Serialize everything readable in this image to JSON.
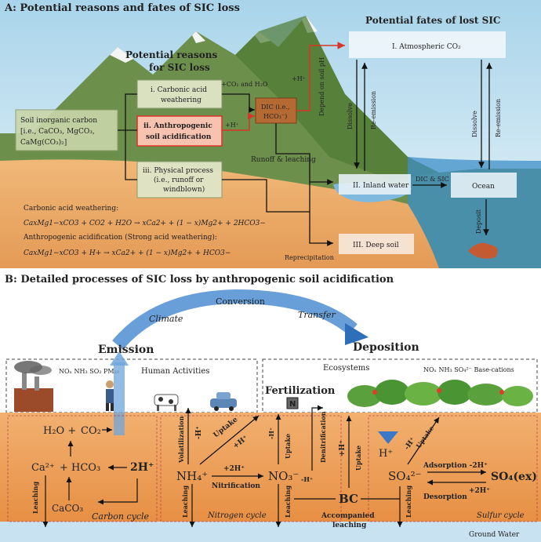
{
  "panel_a": {
    "title": "A: Potential reasons and fates of SIC loss",
    "reasons_heading_1": "Potential reasons",
    "reasons_heading_2": "for SIC loss",
    "fates_heading": "Potential fates of lost SIC",
    "sic_box": [
      "Soil inorganic carbon",
      "[i.e., CaCO₃, MgCO₃,",
      "CaMg(CO₃)₂]"
    ],
    "reason_1": [
      "i. Carbonic acid",
      "weathering"
    ],
    "reason_2": [
      "ii. Anthropogenic",
      "soil acidification"
    ],
    "reason_3": [
      "iii. Physical process",
      "(i.e., runoff or",
      "windblown)"
    ],
    "co2_h2o": "+CO₂ and  H₂O",
    "h_plus_1": "+H⁺",
    "h_plus_2": "+H⁺",
    "dic_box": [
      "DIC (i.e.,",
      "HCO₃⁻)"
    ],
    "depend_ph": "Depend on soil pH",
    "fate_1": "I. Atmospheric CO₂",
    "fate_2": "II. Inland water",
    "fate_3": "III. Deep soil",
    "ocean": "Ocean",
    "dissolve_1": "Dissolve",
    "reemission_1": "Re-emission",
    "dissolve_2": "Dissolve",
    "reemission_2": "Re-emission",
    "dic_sic": "DIC & SIC",
    "deposit": "Deposit",
    "runoff": "Runoff & leaching",
    "reprecipitation": "Reprecipitation",
    "eq1_label": "Carbonic acid weathering:",
    "eq1": "CaxMg1−xCO3 + CO2 + H2O → xCa2+ + (1 − x)Mg2+ + 2HCO3−",
    "eq2_label": "Anthropogenic acidification (Strong acid weathering):",
    "eq2": "CaxMg1−xCO3 + H+ → xCa2+ + (1 − x)Mg2+ + HCO3−"
  },
  "panel_b": {
    "title": "B: Detailed processes of SIC loss by anthropogenic soil acidification",
    "conversion": "Conversion",
    "climate": "Climate",
    "transfer": "Transfer",
    "emission": "Emission",
    "deposition": "Deposition",
    "gases_left": "NOₓ  NH₃ SO₂  PM₁₀",
    "human_activities": "Human Activities",
    "ecosystems": "Ecosystems",
    "gases_right": "NOₓ  NH₃ SO₄²⁻  Base-cations",
    "fertilization": "Fertilization",
    "n_label": "N",
    "h2o_co2_a": "H₂O +",
    "h2o_co2_b": "CO₂",
    "ca": "Ca²⁺",
    "hco3": "+ HCO₃",
    "two_h": "2H⁺",
    "caco3": "CaCO₃",
    "carbon_cycle": "Carbon cycle",
    "nh4": "NH₄⁺",
    "no3": "NO₃⁻",
    "nitrification": "Nitrification",
    "plus_2h_1": "+2H⁺",
    "volatilization": "Volatilization",
    "minus_h_vol": "-H⁺",
    "uptake_1": "Uptake",
    "plus_h_up": "+H⁺",
    "uptake_2": "Uptake",
    "minus_h_2": "-H⁺",
    "denitrification": "Denitrification",
    "minus_h_3": "-H⁺",
    "nitrogen_cycle": "Nitrogen cycle",
    "bc": "BC",
    "accompanied": [
      "Accompanied",
      "leaching"
    ],
    "uptake_3": "Uptake",
    "minus_h_4": "+H⁺",
    "h_plus": "H⁺",
    "so4": "SO₄²⁻",
    "so4ex": "SO₄(ex)",
    "adsorption": "Adsorption  -2H⁺",
    "desorption": "Desorption",
    "plus_2h_2": "+2H⁺",
    "uptake_4": "Uptake",
    "minus_h_5": "-H⁺",
    "sulfur_cycle": "Sulfur cycle",
    "leaching": "Leaching",
    "ground_water": "Ground Water"
  },
  "colors": {
    "red_text": "#d73527",
    "blue_text": "#3a64b8",
    "purple_text": "#7a3ea0",
    "soil": "#e8a865",
    "sky": "#bfe0ee"
  }
}
